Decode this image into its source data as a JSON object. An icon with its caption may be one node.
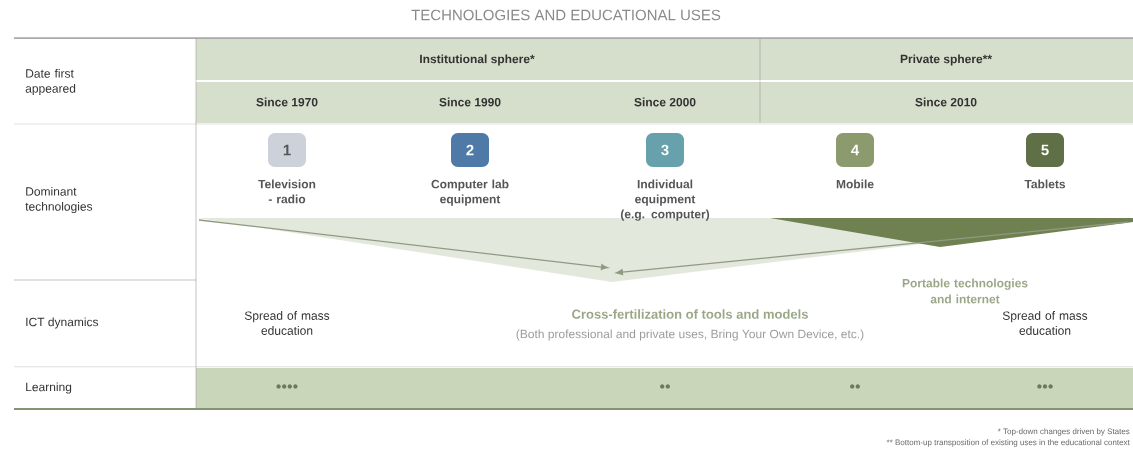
{
  "diagram": {
    "title": "TECHNOLOGIES AND EDUCATIONAL USES",
    "nodes": [
      {
        "text": [
          "1"
        ],
        "beside": [
          "Television - radio"
        ]
      },
      {
        "text": [
          "2"
        ],
        "beside": [
          "Computer lab equipment"
        ]
      },
      {
        "text": [
          "3"
        ],
        "beside": [
          "Individual equipment (e.g. computer)"
        ]
      },
      {
        "text": [
          "4"
        ],
        "beside": [
          "Mobile"
        ]
      },
      {
        "text": [
          "5"
        ],
        "beside": [
          "Tablets"
        ]
      }
    ],
    "labels": [
      "Date first appeared",
      "Institutional sphere*",
      "Private sphere**",
      "Since 1970",
      "Since 1990",
      "Since 2000",
      "Since 2010",
      "Dominant technologies",
      "Portable technologies and internet",
      "ICT dynamics",
      "Spread of mass education",
      "Cross-fertilization of tools and models",
      "(Both professional and private uses, Bring Your Own Device, etc.)",
      "Spread of mass education",
      "Learning",
      "••••",
      "••",
      "••",
      "•••",
      "* Top-down changes driven by States",
      "** Bottom-up transposition of existing uses in the educational context"
    ]
  }
}
